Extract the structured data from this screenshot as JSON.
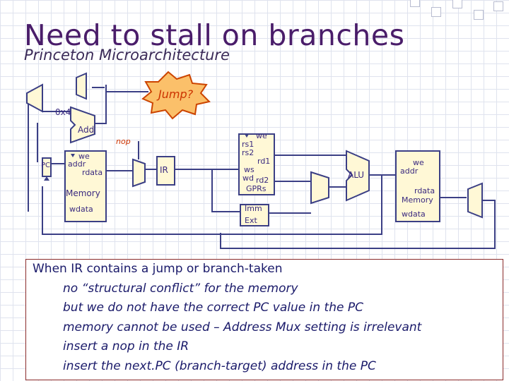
{
  "slide": {
    "title": "Need to stall on branches",
    "subtitle": "Princeton Microarchitecture"
  },
  "diagram": {
    "jump_label": "Jump?",
    "const_label": "0x4",
    "add_label": "Add",
    "nop_label": "nop",
    "pc_label": "PC",
    "imem": {
      "we": "we",
      "addr": "addr",
      "rdata": "rdata",
      "name": "Memory",
      "wdata": "wdata"
    },
    "ir_label": "IR",
    "gprs": {
      "we": "we",
      "rs1": "rs1",
      "rs2": "rs2",
      "rd1": "rd1",
      "ws": "ws",
      "wd": "wd",
      "rd2": "rd2",
      "name": "GPRs"
    },
    "imm_ext": {
      "line1": "Imm",
      "line2": "Ext"
    },
    "alu_label": "ALU",
    "dmem": {
      "we": "we",
      "addr": "addr",
      "rdata": "rdata",
      "name": "Memory",
      "wdata": "wdata"
    }
  },
  "notes": [
    "When IR contains a jump or branch-taken",
    "no “structural conflict” for the memory",
    "but we do not have the correct PC value in the PC",
    "memory cannot be used – Address Mux setting is irrelevant",
    "insert a nop in the IR",
    "insert the next.PC (branch-target) address in the PC"
  ],
  "colors": {
    "title": "#4a1d6a",
    "wire": "#3b3f85",
    "box_fill": "#fff8d6",
    "jump_fill": "#fbc06a",
    "nop_text": "#cc3300"
  }
}
